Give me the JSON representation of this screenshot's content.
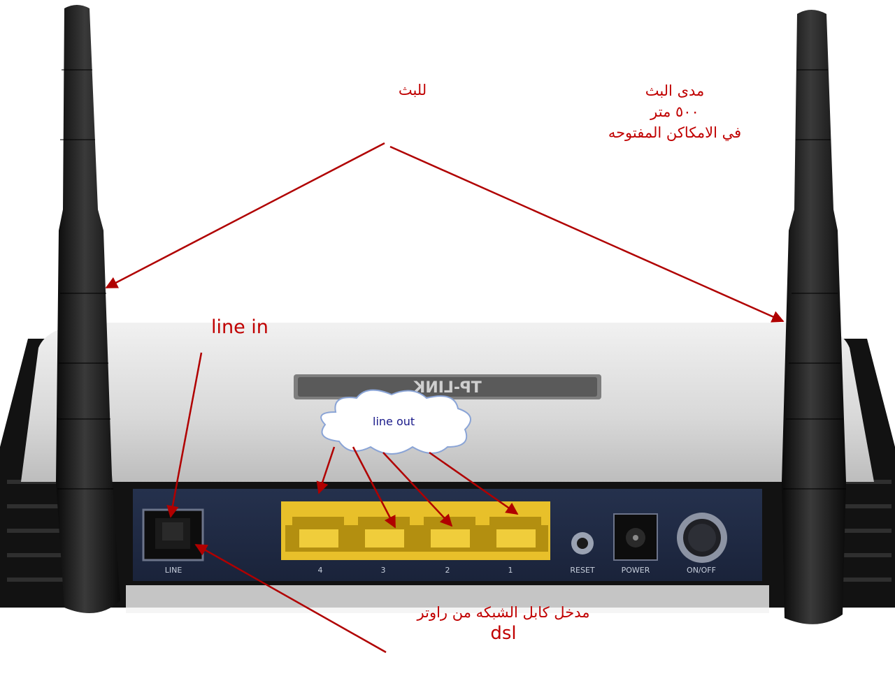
{
  "annotations": {
    "broadcast_label": "للبث",
    "range_line1": "مدى البث",
    "range_line2": "٥٠٠ متر",
    "range_line3": "في الامكاكن المفتوحه",
    "line_in": "line in",
    "line_out": "line out",
    "dsl_note": "مدخل كابل الشبكه من راوتر",
    "dsl": "dsl"
  },
  "router": {
    "brand": "TP-LINK",
    "port_labels": {
      "line": "LINE",
      "p4": "4",
      "p3": "3",
      "p2": "2",
      "p1": "1",
      "reset": "RESET",
      "power": "POWER",
      "onoff": "ON/OFF"
    }
  },
  "colors": {
    "annotation": "#c00000",
    "lan_ports": "#e8c02a",
    "panel": "#1f2a44",
    "case_top": "#dcdcdc",
    "base": "#151515"
  }
}
